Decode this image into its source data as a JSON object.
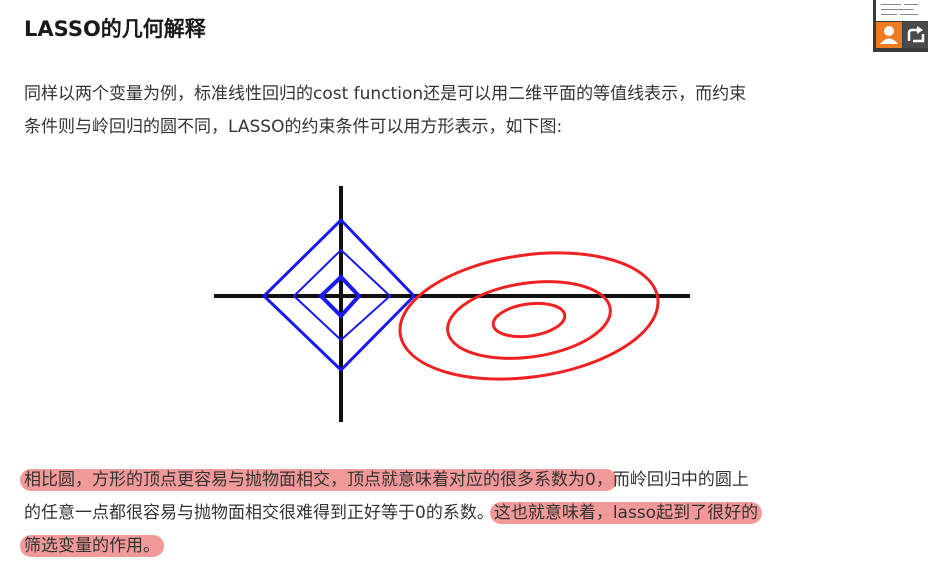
{
  "heading": "LASSO的几何解释",
  "intro": {
    "line1": "同样以两个变量为例，标准线性回归的cost function还是可以用二维平面的等值线表示，而约束",
    "line2": "条件则与岭回归的圆不同，LASSO的约束条件可以用方形表示，如下图:"
  },
  "conclusion": {
    "hl1": "相比圆，方形的顶点更容易与抛物面相交，顶点就意味着对应的很多系数为0，",
    "plain1": "而岭回归中的圆上",
    "plain2": "的任意一点都很容易与抛物面相交很难得到正好等于0的系数。",
    "hl2": "这也就意味着，lasso起到了很好的",
    "hl3": "筛选变量的作用。"
  },
  "figure": {
    "colors": {
      "axes": "#111111",
      "diamonds": "#1a1aee",
      "ellipses": "#ee2222"
    }
  },
  "highlight_color": "#f29a9a",
  "corner_widget": {
    "user_icon": "user-icon",
    "share_icon": "share-icon",
    "user_color": "#f07a22"
  }
}
